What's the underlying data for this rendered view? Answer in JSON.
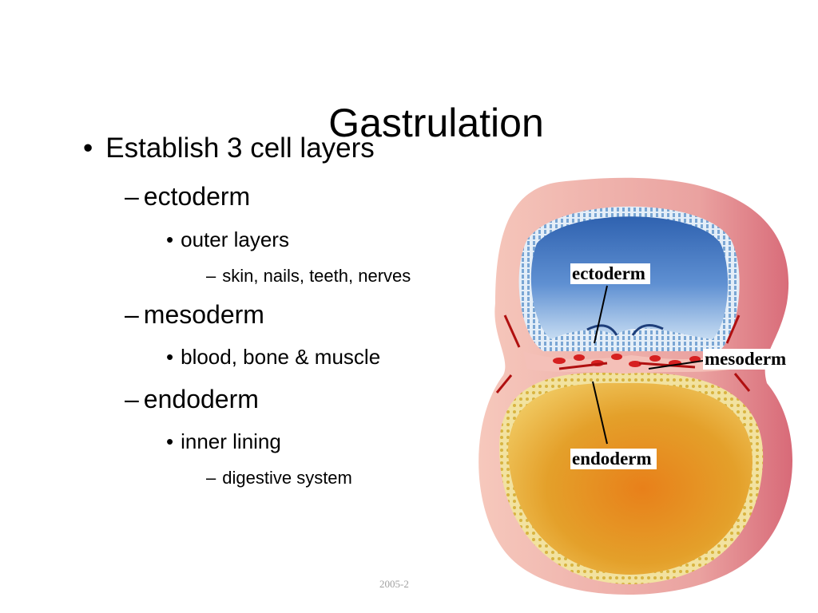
{
  "slide": {
    "title": "Gastrulation",
    "footer": "2005-2",
    "bullets": {
      "main": "Establish 3 cell layers",
      "ectoderm": "ectoderm",
      "ectoderm_sub": "outer layers",
      "ectoderm_detail": "skin, nails, teeth, nerves",
      "mesoderm": "mesoderm",
      "mesoderm_sub": "blood, bone & muscle",
      "endoderm": "endoderm",
      "endoderm_sub": "inner lining",
      "endoderm_detail": "digestive system"
    },
    "bullet_symbol": "•",
    "dash_symbol": "–"
  },
  "diagram": {
    "labels": {
      "ectoderm": "ectoderm",
      "mesoderm": "mesoderm",
      "endoderm": "endoderm"
    },
    "colors": {
      "outer_wall": "#e8a0a0",
      "ectoderm_cavity": "#5b8fd0",
      "endoderm_yolk": "#e0901c",
      "mesoderm_cells": "#d62020"
    }
  }
}
